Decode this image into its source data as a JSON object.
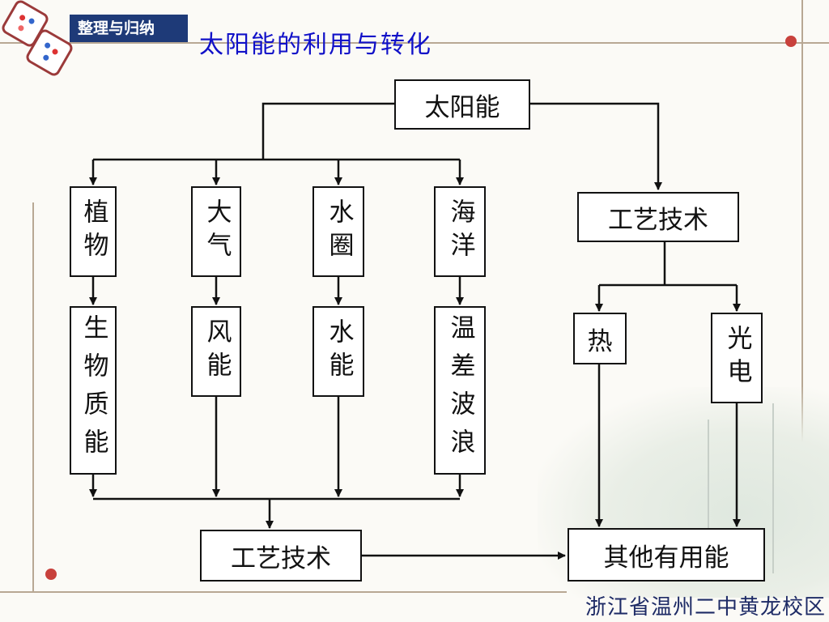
{
  "header": {
    "tag": "整理与归纳",
    "title": "太阳能的利用与转化"
  },
  "nodes": {
    "solar": "太阳能",
    "plants": "植物",
    "atmosphere": "大气",
    "hydrosphere": "水圈",
    "ocean": "海洋",
    "tech_top": "工艺技术",
    "biomass": "生物质能",
    "wind": "风能",
    "hydro": "水能",
    "ocean_thermal": "温差波浪",
    "heat": "热",
    "photovoltaic": "光电",
    "tech_bottom": "工艺技术",
    "useful": "其他有用能"
  },
  "footer": "浙江省温州二中黄龙校区",
  "colors": {
    "title": "#1010c8",
    "tag_bg": "#1e3a78",
    "accent_dot": "#c8413c",
    "footer": "#1e2b66"
  }
}
